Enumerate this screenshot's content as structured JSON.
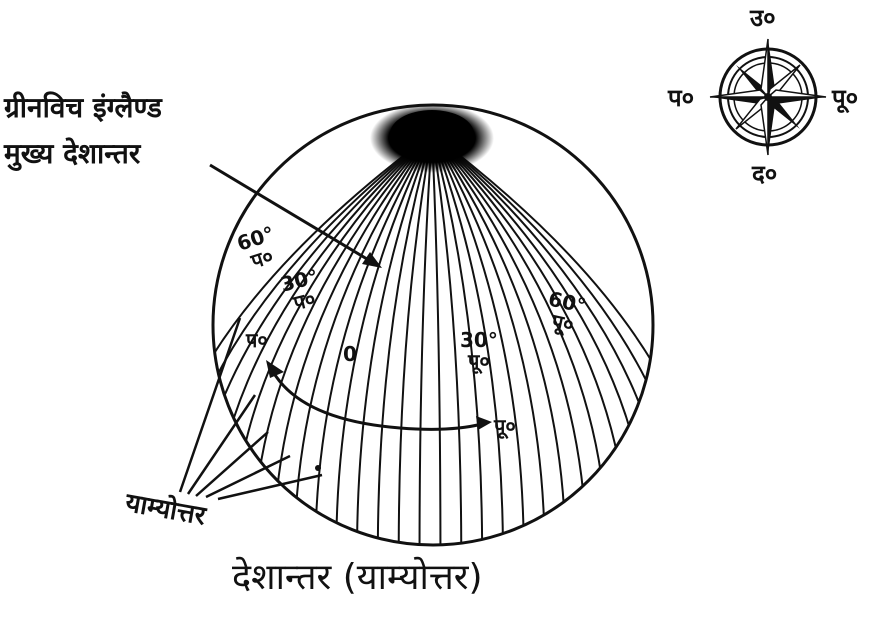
{
  "callout": {
    "line1": "ग्रीनविच इंग्लैण्ड",
    "line2": "मुख्य देशान्तर"
  },
  "longitude_labels": {
    "west60": {
      "deg": "60°",
      "dir": "प०"
    },
    "west30": {
      "deg": "30°",
      "dir": "प०"
    },
    "west_dir": "प०",
    "zero": "0",
    "east30": {
      "deg": "30°",
      "dir": "पू०"
    },
    "east60": {
      "deg": "60°",
      "dir": "पू०"
    },
    "east_dir": "पू०"
  },
  "meridians_label": "याम्योत्तर",
  "compass": {
    "north": "उ०",
    "south": "द०",
    "east": "पू०",
    "west": "प०"
  },
  "caption": "देशान्तर (याम्योत्तर)"
}
